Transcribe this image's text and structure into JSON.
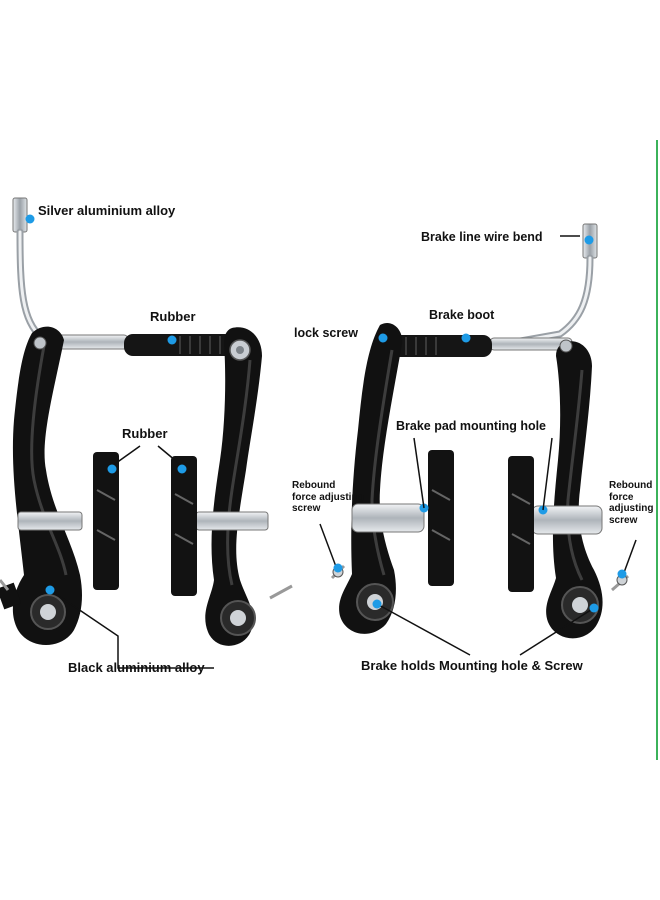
{
  "labels": {
    "silver_alloy": "Silver aluminium alloy",
    "rubber_top": "Rubber",
    "rubber_pads": "Rubber",
    "black_alloy": "Black aluminium alloy",
    "brake_line_bend": "Brake line wire bend",
    "brake_boot": "Brake boot",
    "lock_screw": "lock screw",
    "pad_mount_hole": "Brake pad mounting hole",
    "rebound_left": [
      "Rebound",
      "force adjusting",
      "screw"
    ],
    "rebound_right": [
      "Rebound",
      "force",
      "adjusting",
      "screw"
    ],
    "holds_mount": "Brake holds Mounting hole & Screw"
  },
  "colors": {
    "marker": "#1e9be6",
    "arm": "#111111",
    "metal": "#c7ccd1",
    "accent_edge": "#3bb25a"
  }
}
